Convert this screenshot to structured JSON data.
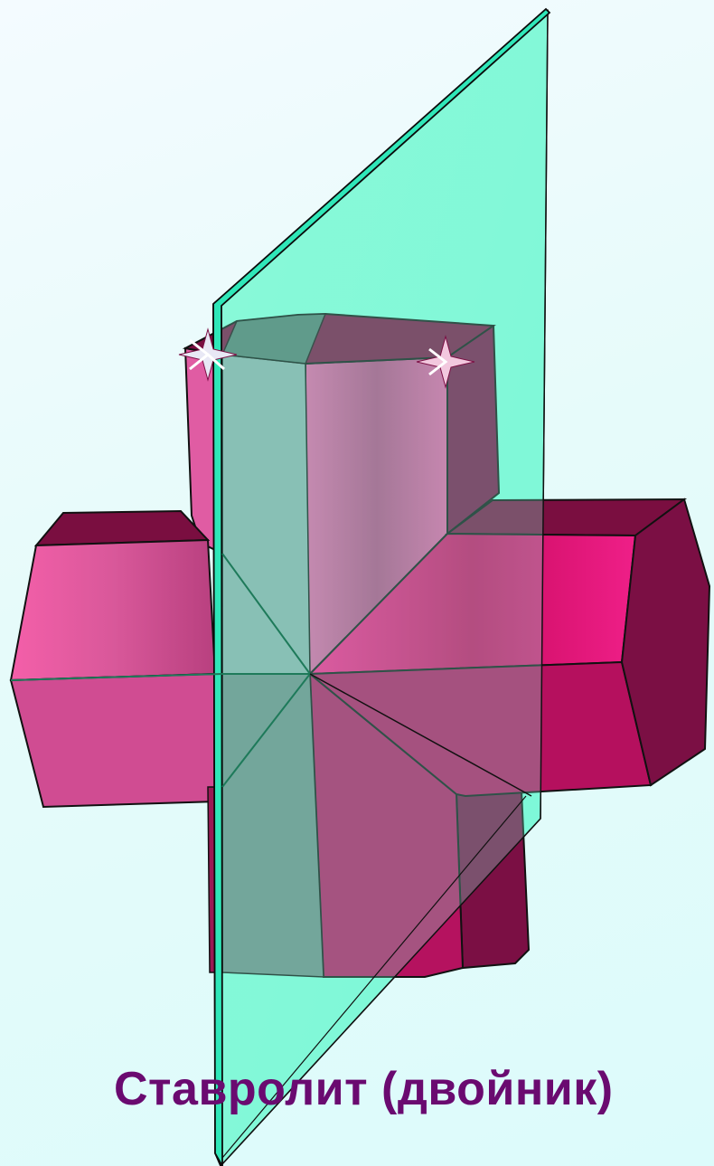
{
  "caption": "Ставролит (двойник)",
  "colors": {
    "crystal_light": "#f25aa8",
    "crystal_mid": "#d21a6e",
    "crystal_dark": "#7a0e40",
    "plane_fill": "#7dfad9",
    "plane_edge": "#1a8f6a",
    "caption": "#6a0a70",
    "background": "#e6fbfa"
  },
  "markers": [
    "sparkle-star",
    "sparkle-star"
  ]
}
